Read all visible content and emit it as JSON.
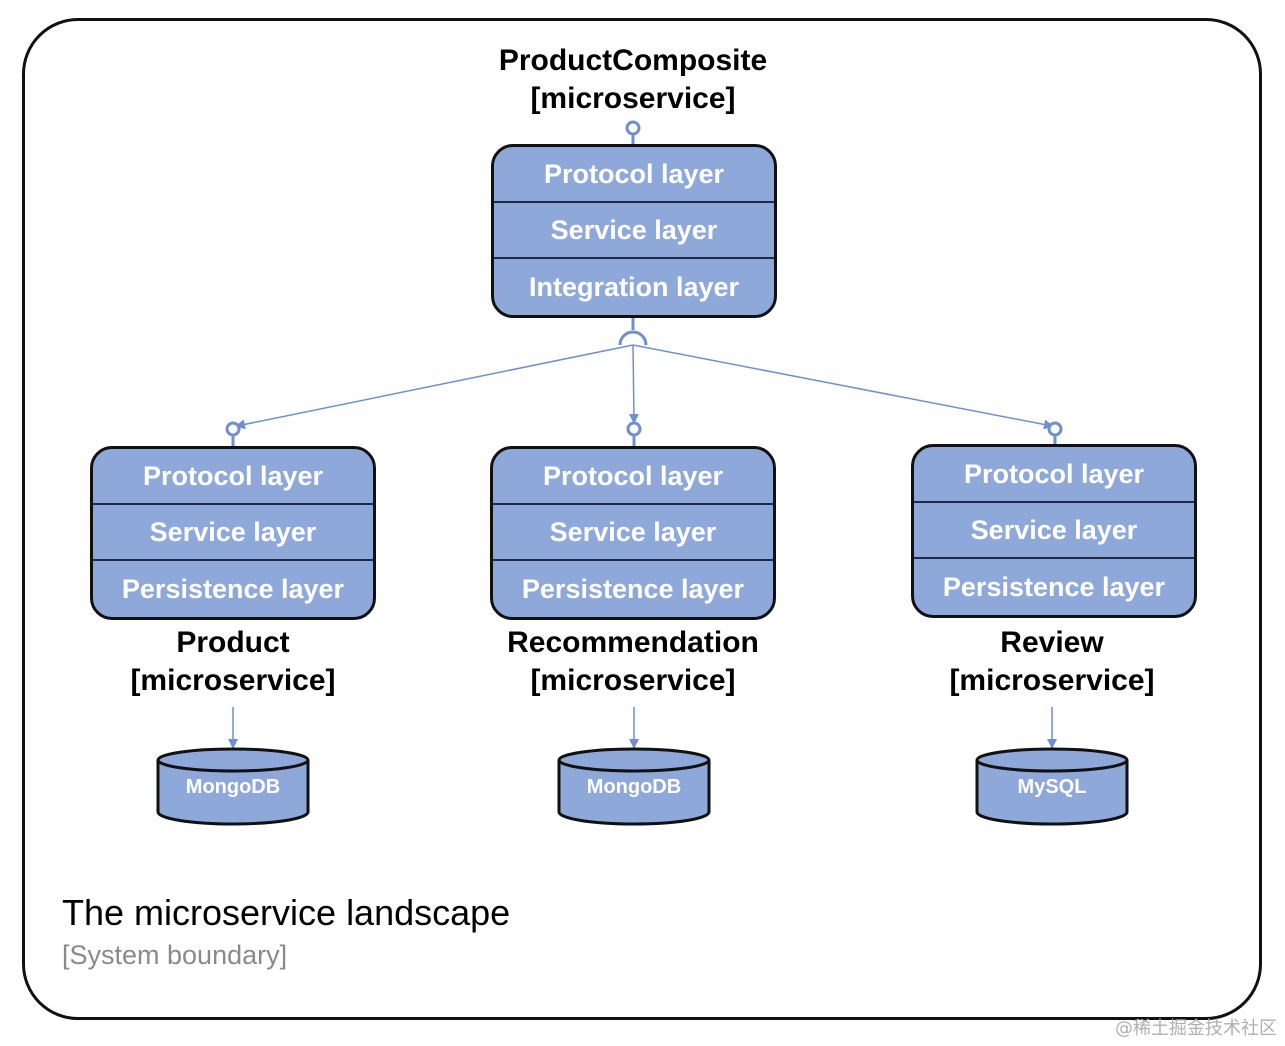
{
  "composite": {
    "name": "ProductComposite",
    "stereotype": "[microservice]",
    "layers": [
      "Protocol layer",
      "Service layer",
      "Integration layer"
    ]
  },
  "services": [
    {
      "name": "Product",
      "stereotype": "[microservice]",
      "layers": [
        "Protocol layer",
        "Service layer",
        "Persistence layer"
      ],
      "db": "MongoDB"
    },
    {
      "name": "Recommendation",
      "stereotype": "[microservice]",
      "layers": [
        "Protocol layer",
        "Service layer",
        "Persistence layer"
      ],
      "db": "MongoDB"
    },
    {
      "name": "Review",
      "stereotype": "[microservice]",
      "layers": [
        "Protocol layer",
        "Service layer",
        "Persistence layer"
      ],
      "db": "MySQL"
    }
  ],
  "boundary": {
    "title": "The microservice landscape",
    "subtitle": "[System boundary]"
  },
  "watermark": "@稀土掘金技术社区",
  "colors": {
    "layer_fill": "#8ea8d9",
    "connector": "#6f8fcf",
    "outline": "#111111",
    "subtitle": "#8a8a8a"
  }
}
